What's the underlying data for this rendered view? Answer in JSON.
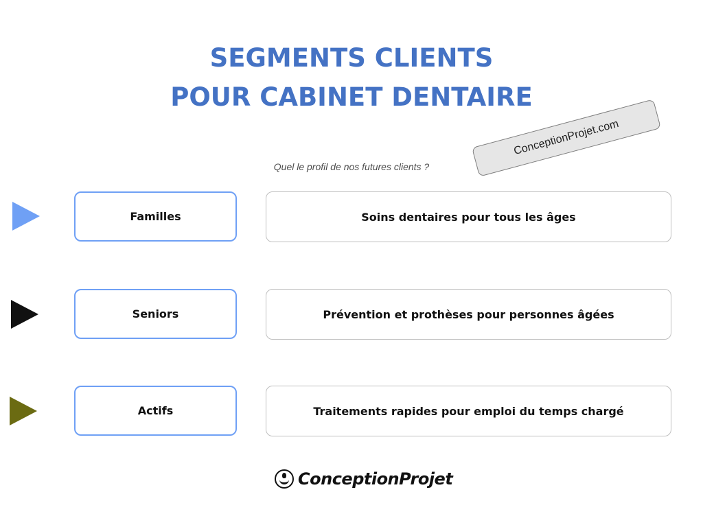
{
  "title": {
    "line1": "SEGMENTS CLIENTS",
    "line2": "POUR CABINET DENTAIRE"
  },
  "stamp": {
    "text": "ConceptionProjet.com"
  },
  "subtitle": "Quel le profil de nos futures clients ?",
  "segments": [
    {
      "name": "Familles",
      "description": "Soins dentaires pour tous les âges",
      "arrow_color": "#6fa0f5"
    },
    {
      "name": "Seniors",
      "description": "Prévention et prothèses pour personnes âgées",
      "arrow_color": "#111111"
    },
    {
      "name": "Actifs",
      "description": "Traitements rapides pour emploi du temps chargé",
      "arrow_color": "#6b6b12"
    }
  ],
  "logo": {
    "text": "ConceptionProjet",
    "icon": "hand-holding-drop-icon"
  },
  "colors": {
    "title": "#4472c4",
    "segment_border": "#6fa0f5",
    "description_border": "#bfbfbf",
    "stamp_background": "#e6e6e6"
  }
}
